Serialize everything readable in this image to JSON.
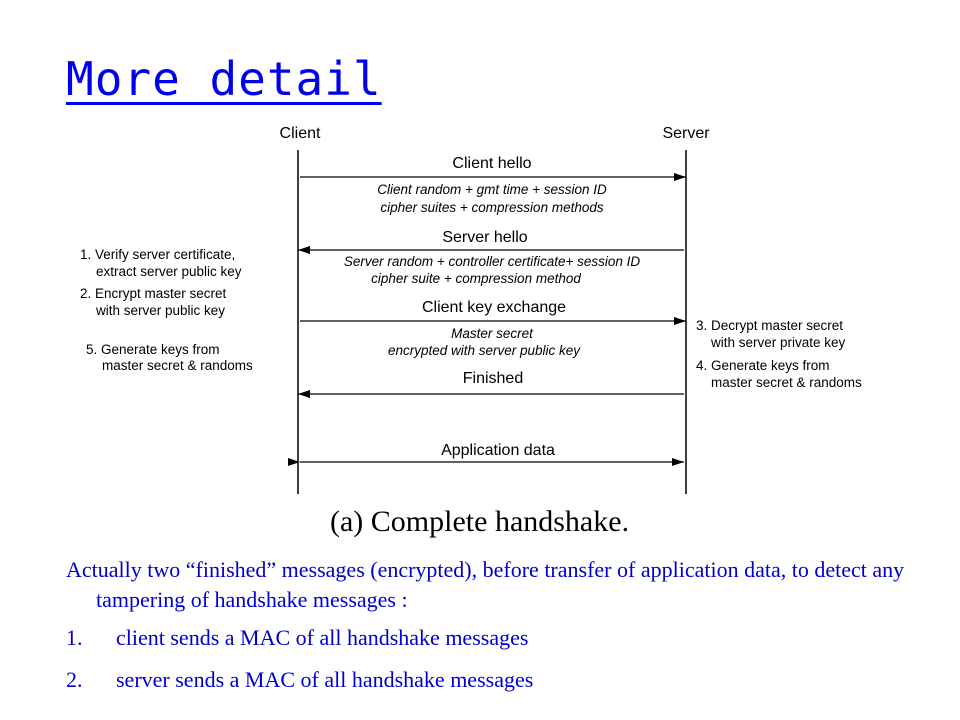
{
  "slide": {
    "title": "More detail",
    "caption": "(a) Complete handshake.",
    "paragraph": "Actually two “finished” messages (encrypted), before transfer of application data, to detect any tampering of handshake messages :",
    "list": [
      {
        "num": "1.",
        "text": "client sends a MAC of all handshake messages"
      },
      {
        "num": "2.",
        "text": "server sends a MAC of all handshake messages"
      }
    ]
  },
  "diagram": {
    "client_label": "Client",
    "server_label": "Server",
    "messages": [
      {
        "label": "Client hello",
        "detail": [
          "Client random + gmt time + session ID",
          "cipher suites + compression methods"
        ]
      },
      {
        "label": "Server hello",
        "detail": [
          "Server random + controller certificate+ session ID",
          "cipher suite + compression method"
        ]
      },
      {
        "label": "Client key exchange",
        "detail": [
          "Master secret",
          "encrypted with server public key"
        ]
      },
      {
        "label": "Finished",
        "detail": []
      },
      {
        "label": "Application data",
        "detail": []
      }
    ],
    "client_notes": [
      [
        "1. Verify server certificate,",
        "extract server public key"
      ],
      [
        "2. Encrypt master secret",
        "with server public key"
      ],
      [
        "5. Generate keys from",
        "master secret & randoms"
      ]
    ],
    "server_notes": [
      [
        "3. Decrypt master secret",
        "with server private key"
      ],
      [
        "4. Generate keys from",
        "master secret & randoms"
      ]
    ]
  }
}
